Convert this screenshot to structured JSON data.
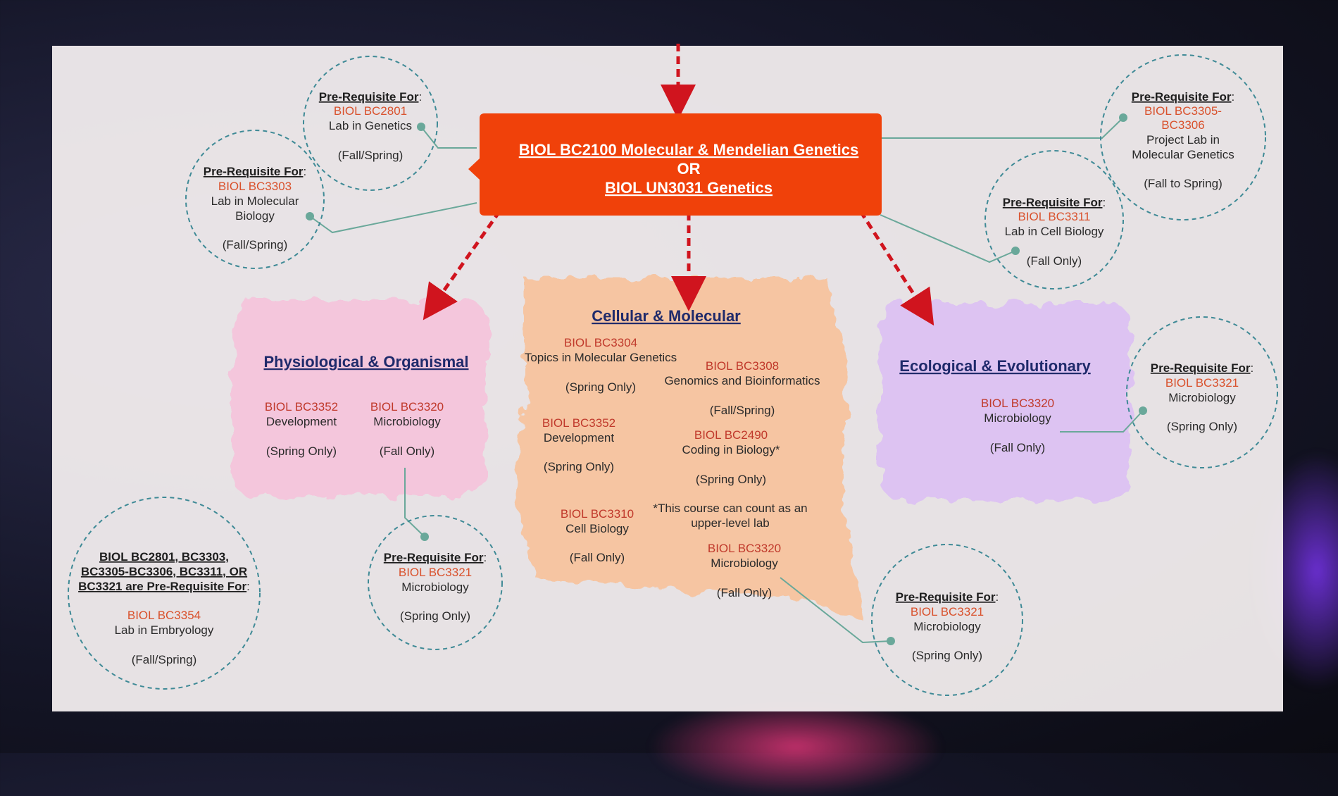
{
  "main": {
    "line1": "BIOL BC2100 Molecular & Mendelian Genetics",
    "line2": "OR",
    "line3": "BIOL UN3031 Genetics"
  },
  "prereq_label": "Pre-Requisite For",
  "prereq_colon": ":",
  "bubbles": {
    "bc2801": {
      "code": "BIOL BC2801",
      "title": "Lab in Genetics",
      "term": "(Fall/Spring)"
    },
    "bc3303": {
      "code": "BIOL BC3303",
      "title1": "Lab in Molecular",
      "title2": "Biology",
      "term": "(Fall/Spring)"
    },
    "bc3305": {
      "code1": "BIOL BC3305-",
      "code2": "BC3306",
      "title1": "Project Lab in",
      "title2": "Molecular Genetics",
      "term": "(Fall to Spring)"
    },
    "bc3311": {
      "code": "BIOL BC3311",
      "title": "Lab in Cell Biology",
      "term": "(Fall Only)"
    },
    "eco3321": {
      "code": "BIOL BC3321",
      "title": "Microbiology",
      "term": "(Spring Only)"
    },
    "phys3321": {
      "code": "BIOL BC3321",
      "title": "Microbiology",
      "term": "(Spring Only)"
    },
    "cell3321": {
      "code": "BIOL BC3321",
      "title": "Microbiology",
      "term": "(Spring Only)"
    },
    "embryo": {
      "head1": "BIOL BC2801, BC3303,",
      "head2": "BC3305-BC3306, BC3311, OR",
      "head3": "BC3321 are Pre-Requisite For",
      "code": "BIOL BC3354",
      "title": "Lab in Embryology",
      "term": "(Fall/Spring)"
    }
  },
  "physiological": {
    "title": "Physiological & Organismal",
    "courses": [
      {
        "code": "BIOL BC3352",
        "title": "Development",
        "term": "(Spring Only)"
      },
      {
        "code": "BIOL BC3320",
        "title": "Microbiology",
        "term": "(Fall Only)"
      }
    ]
  },
  "cellular": {
    "title": "Cellular & Molecular",
    "courses": [
      {
        "code": "BIOL BC3304",
        "title": "Topics in Molecular Genetics",
        "term": "(Spring Only)"
      },
      {
        "code": "BIOL BC3308",
        "title": "Genomics and Bioinformatics",
        "term": "(Fall/Spring)"
      },
      {
        "code": "BIOL BC3352",
        "title": "Development",
        "term": "(Spring Only)"
      },
      {
        "code": "BIOL BC2490",
        "title": "Coding in Biology*",
        "term": "(Spring Only)"
      },
      {
        "code": "BIOL BC3310",
        "title": "Cell Biology",
        "term": "(Fall Only)"
      },
      {
        "code": "BIOL BC3320",
        "title": "Microbiology",
        "term": "(Fall Only)"
      }
    ],
    "note1": "*This course can count as an",
    "note2": "upper-level lab"
  },
  "ecological": {
    "title": "Ecological & Evolutionary",
    "course": {
      "code": "BIOL BC3320",
      "title": "Microbiology",
      "term": "(Fall Only)"
    }
  },
  "colors": {
    "main_box": "#f0410a",
    "arrow": "#d0141e",
    "connector": "#6aa89a",
    "bubble_border": "#3f8a96",
    "pink_blob": "#f4c6dc",
    "peach_blob": "#f6c5a2",
    "lavender_blob": "#ddc3f2"
  }
}
